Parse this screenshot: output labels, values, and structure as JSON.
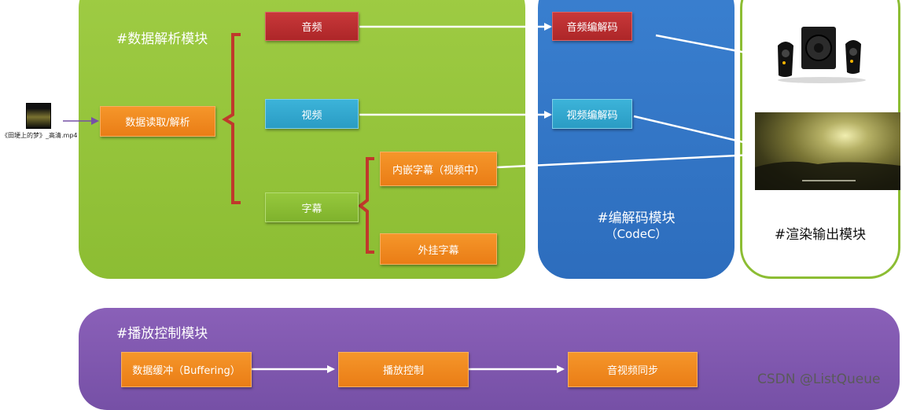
{
  "modules": {
    "parse": "#数据解析模块",
    "codec_line1": "#编解码模块",
    "codec_line2": "（CodeC）",
    "render": "#渲染输出模块",
    "playback": "#播放控制模块"
  },
  "input_file": "《田埂上的梦》_高清.mp4",
  "nodes": {
    "read_parse": "数据读取/解析",
    "audio": "音频",
    "video": "视频",
    "subtitle": "字幕",
    "embedded_subtitle": "内嵌字幕（视频中）",
    "external_subtitle": "外挂字幕",
    "audio_decode": "音频编解码",
    "video_decode": "视频编解码",
    "buffering": "数据缓冲（Buffering）",
    "playback_control": "播放控制",
    "av_sync": "音视频同步"
  },
  "watermark": "CSDN @ListQueue",
  "colors": {
    "parse_module": "#8cbd33",
    "codec_module": "#2d6dbd",
    "render_border": "#8cbd33",
    "playback_module": "#7650a6",
    "orange_box": "#ea7d16",
    "audio_box": "#ad2628",
    "video_box": "#2a9cc4",
    "arrow_input": "#7650a6",
    "bracket": "#c0392b"
  },
  "icons": {
    "input_thumbnail": "video-file-thumbnail",
    "speakers": "speakers-image",
    "video_frame": "video-frame-image"
  }
}
